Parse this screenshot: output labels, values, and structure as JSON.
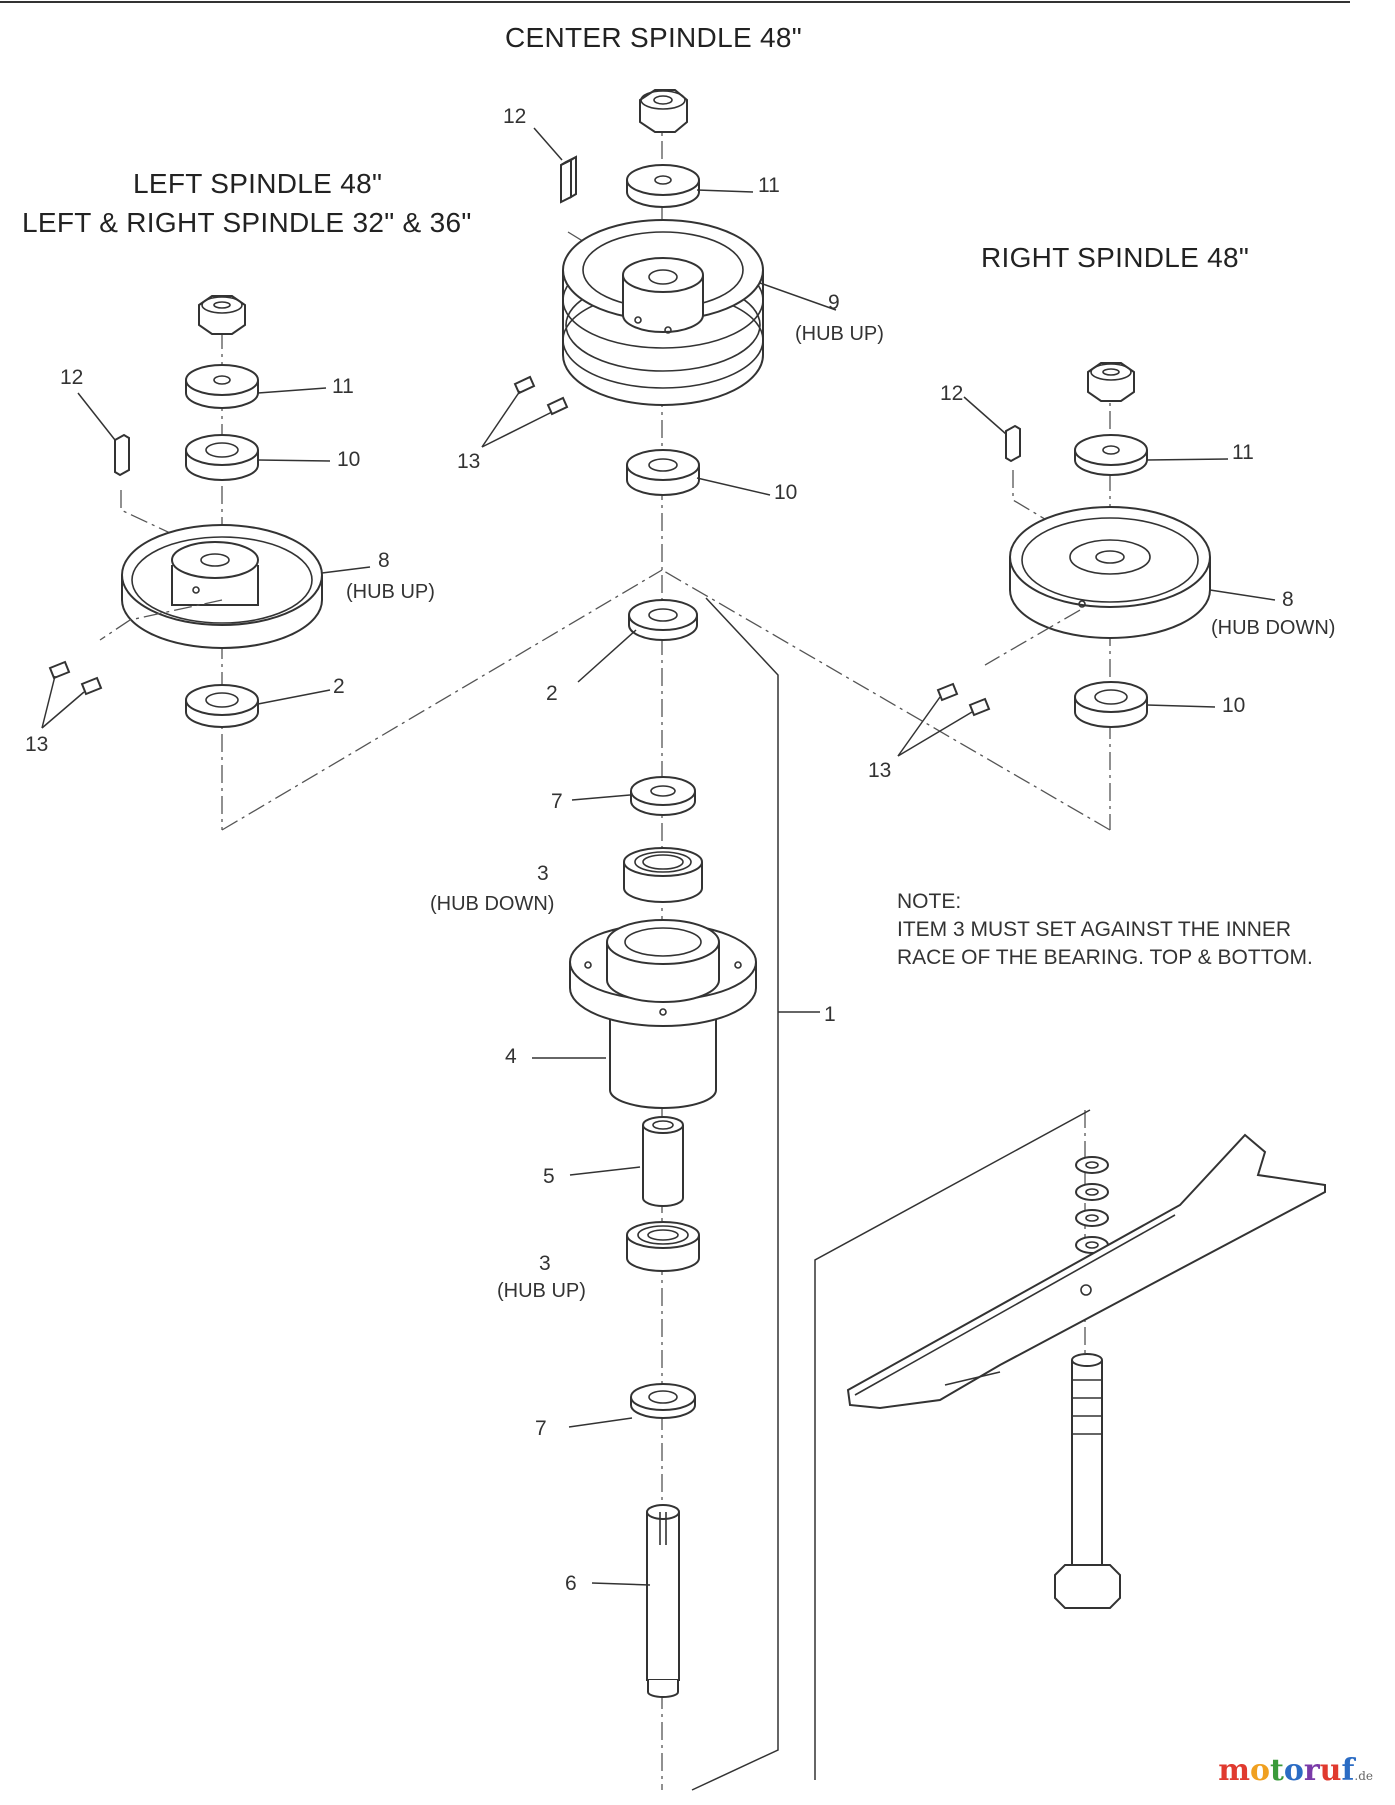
{
  "titles": {
    "center": "CENTER SPINDLE 48\"",
    "left_line1": "LEFT SPINDLE 48\"",
    "left_line2": "LEFT & RIGHT SPINDLE 32\" & 36\"",
    "right": "RIGHT SPINDLE 48\""
  },
  "labels": {
    "center_12": "12",
    "center_11": "11",
    "center_9": "9",
    "center_9_note": "(HUB UP)",
    "center_13": "13",
    "center_10": "10",
    "center_2": "2",
    "center_7_top": "7",
    "center_3_top": "3",
    "center_3_top_note": "(HUB DOWN)",
    "center_1": "1",
    "center_4": "4",
    "center_5": "5",
    "center_3_bottom": "3",
    "center_3_bottom_note": "(HUB UP)",
    "center_7_bottom": "7",
    "center_6": "6",
    "left_12": "12",
    "left_11": "11",
    "left_10": "10",
    "left_8": "8",
    "left_8_note": "(HUB UP)",
    "left_2": "2",
    "left_13": "13",
    "right_12": "12",
    "right_11": "11",
    "right_8": "8",
    "right_8_note": "(HUB DOWN)",
    "right_10": "10",
    "right_13": "13"
  },
  "note": {
    "line1": "NOTE:",
    "line2": "ITEM 3 MUST SET AGAINST THE INNER",
    "line3": "RACE OF THE BEARING. TOP & BOTTOM."
  },
  "watermark": {
    "brand": "motoruf",
    "tld": ".de",
    "colors": [
      "#e03a2f",
      "#f0a020",
      "#3a9a3a",
      "#2b6cc4",
      "#7a3aa8",
      "#e03a2f",
      "#2b6cc4"
    ]
  }
}
